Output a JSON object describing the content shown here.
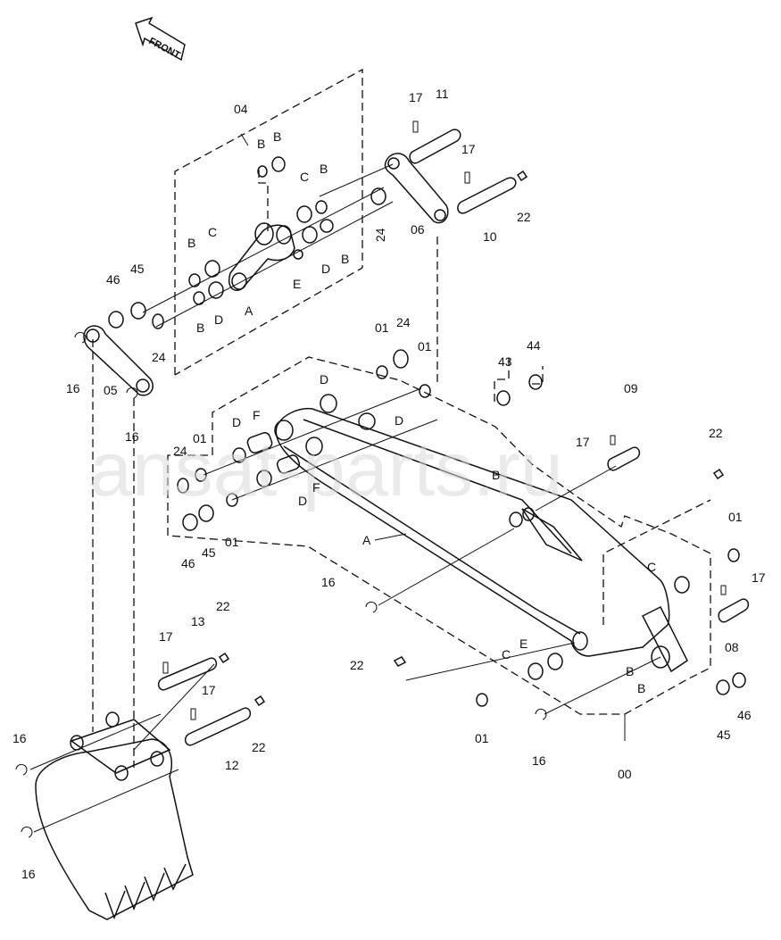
{
  "front_label": "FRONT",
  "watermark": "ansat-parts.ru",
  "labels": {
    "g04": "04",
    "g00": "00",
    "p11": "11",
    "p17a": "17",
    "p17b": "17",
    "p22a": "22",
    "p10": "10",
    "p06": "06",
    "p24a": "24",
    "kB1": "B",
    "kB2": "B",
    "kC1": "C",
    "kB3": "B",
    "kB4": "B",
    "kC2": "C",
    "kB5": "B",
    "kD1": "D",
    "kD2": "D",
    "kE1": "E",
    "kA1": "A",
    "kB6": "B",
    "p46a": "46",
    "p45a": "45",
    "p24b": "24",
    "p16a": "16",
    "p05": "05",
    "p16b": "16",
    "p01a": "01",
    "p24c": "24",
    "p01b": "01",
    "p43": "43",
    "p44": "44",
    "kD3": "D",
    "kD4": "D",
    "kD5": "D",
    "kF1": "F",
    "p01c": "01",
    "p24d": "24",
    "kF2": "F",
    "kD6": "D",
    "p46b": "46",
    "p45b": "45",
    "p01d": "01",
    "p09": "09",
    "p17c": "17",
    "p22b": "22",
    "kB7": "B",
    "kA2": "A",
    "p16c": "16",
    "p01e": "01",
    "kC3": "C",
    "p17d": "17",
    "p08": "08",
    "p22c": "22",
    "kE2": "E",
    "kC4": "C",
    "kB8": "B",
    "kB9": "B",
    "p01f": "01",
    "p45c": "45",
    "p46c": "46",
    "p16d": "16",
    "p13": "13",
    "p22d": "22",
    "p17e": "17",
    "p17f": "17",
    "p12": "12",
    "p22e": "22",
    "p16e": "16",
    "p16f": "16"
  }
}
